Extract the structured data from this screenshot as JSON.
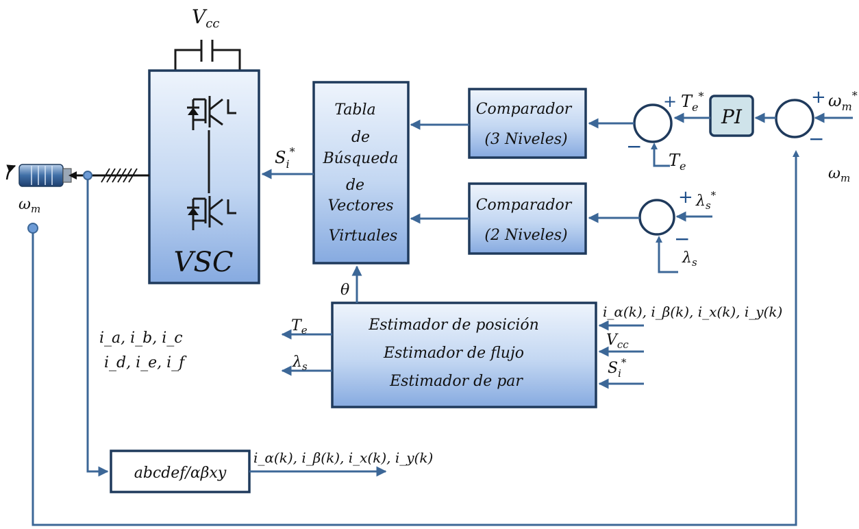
{
  "blocks": {
    "vcc_top": "V",
    "vcc_top_sub": "cc",
    "vsc": "VSC",
    "tabla": [
      "Tabla",
      "de",
      "Búsqueda",
      "de",
      "Vectores",
      "Virtuales"
    ],
    "comp3": [
      "Comparador",
      "(3 Niveles)"
    ],
    "comp2": [
      "Comparador",
      "(2 Niveles)"
    ],
    "pi": "PI",
    "estimators": [
      "Estimador de posición",
      "Estimador de flujo",
      "Estimador de par"
    ],
    "transform": "abcdef/αβxy"
  },
  "signals": {
    "si_star": "S",
    "si_star_sub": "i",
    "theta": "θ",
    "te_star": "T",
    "te_sub": "e",
    "wm_star": "ω",
    "wm_sub": "m",
    "lambda": "λ",
    "lambda_sub": "s",
    "currents": "i_α(k), i_β(k), i_x(k), i_y(k)",
    "currents_out": "i_α(k), i_β(k), i_x(k), i_y(k)",
    "phase_currents_1": "i_a, i_b, i_c",
    "phase_currents_2": "i_d, i_e, i_f",
    "vcc_in": "V",
    "vcc_in_sub": "cc",
    "star": "*",
    "plus": "+",
    "minus": "−"
  },
  "colors": {
    "block_top": "#e9f1fb",
    "block_bottom": "#8fb2e4",
    "wire": "#3c6797",
    "border": "#1f3a5c"
  }
}
